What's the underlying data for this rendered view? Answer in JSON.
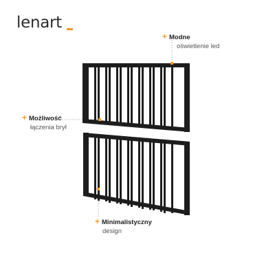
{
  "brand": {
    "name": "lenart",
    "accent_color": "#f29a2e"
  },
  "callouts": [
    {
      "title": "Modne",
      "subtitle": "oświetlenie led"
    },
    {
      "title": "Możliwość",
      "subtitle": "łączenia brył"
    },
    {
      "title": "Minimalistyczny",
      "subtitle": "design"
    }
  ],
  "icons": [
    "plus-icon",
    "light-bar-icon"
  ]
}
